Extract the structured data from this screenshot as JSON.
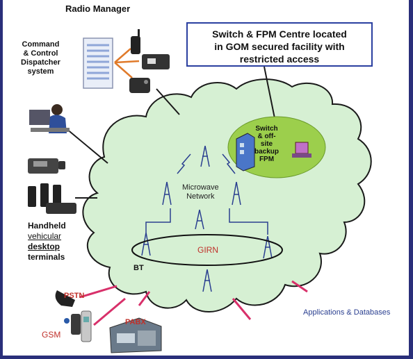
{
  "labels": {
    "radio_manager": "Radio Manager",
    "dispatcher": [
      "Command",
      "& Control",
      "Dispatcher",
      "system"
    ],
    "callout": [
      "Switch & FPM Centre located",
      "in GOM secured facility with",
      "restricted access"
    ],
    "backup": [
      "Switch",
      "& off-",
      "site",
      "backup",
      "FPM"
    ],
    "microwave": [
      "Microwave",
      "Network"
    ],
    "girn": "GIRN",
    "bt": "BT",
    "terminals": [
      "Handheld",
      "vehicular",
      "desktop",
      "terminals"
    ],
    "pstn": "PSTN",
    "gsm": "GSM",
    "pabx": "PABX",
    "apps": "Applications & Databases"
  },
  "colors": {
    "background": "#2a2f7a",
    "cloud_fill": "#d6f0d3",
    "cloud_stroke": "#1a1a1a",
    "callout_border": "#2a3fa0",
    "ellipse_fill": "#9ccf4c",
    "magenta_link": "#d8306a",
    "red_text": "#c0302a",
    "orange_arrow": "#e07a2a"
  },
  "icons": [
    "radio-icon",
    "dispatcher-screen-icon",
    "operator-icon",
    "tower-icon",
    "server-icon",
    "phone-icon",
    "handheld-radio-icon"
  ]
}
